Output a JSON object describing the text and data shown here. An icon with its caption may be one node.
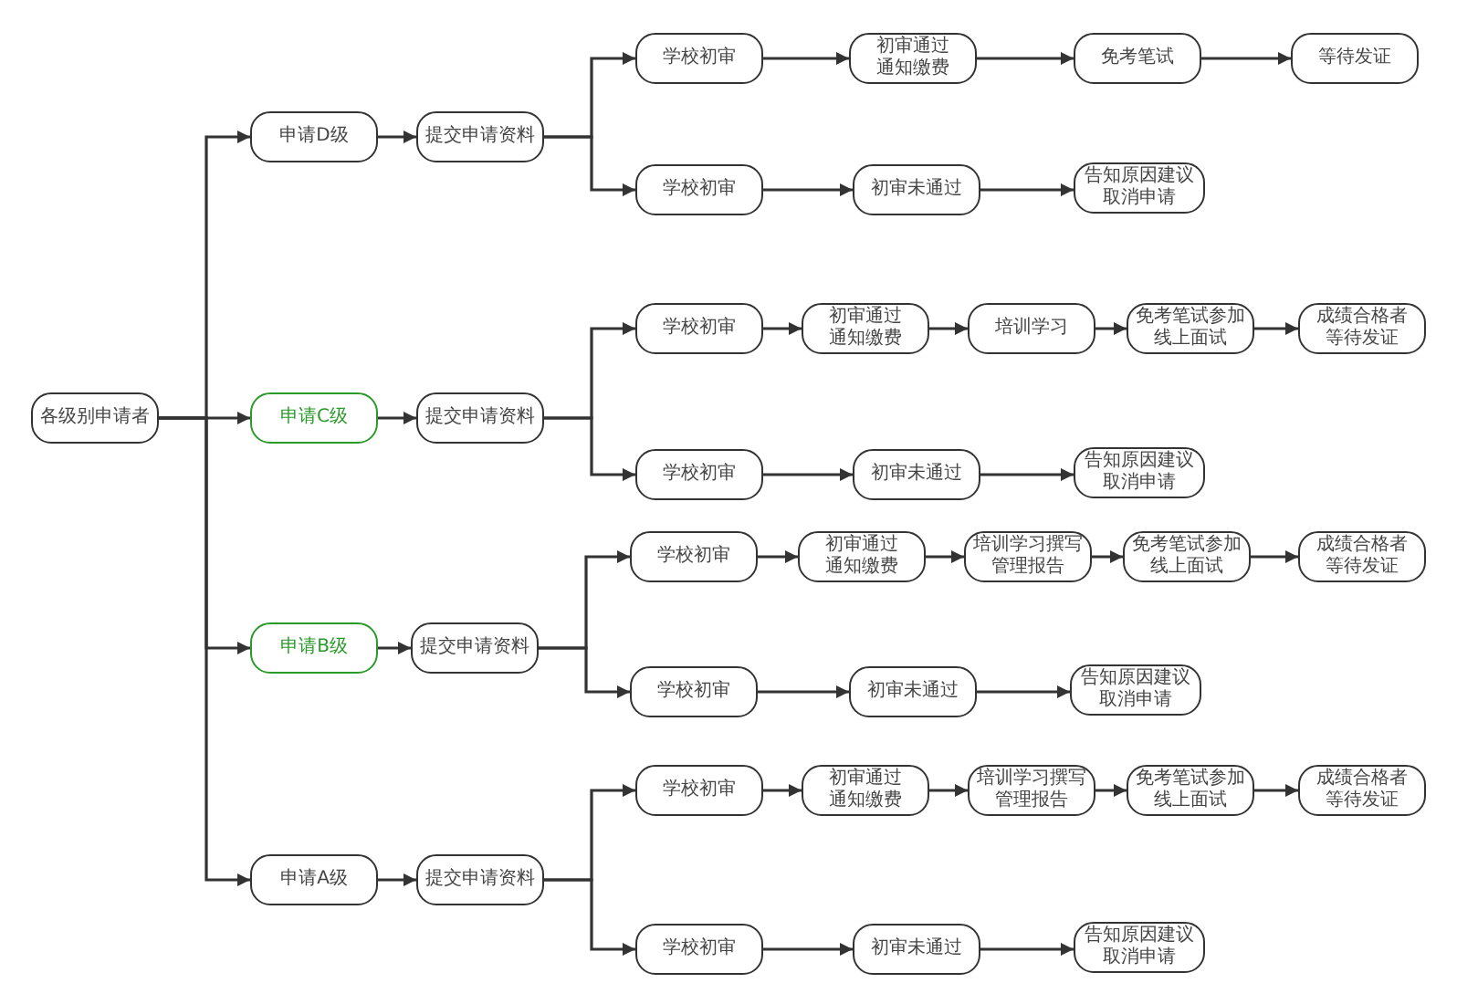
{
  "diagram": {
    "nodes": [
      {
        "text": [
          "各级别申请者"
        ]
      },
      {
        "text": [
          "申请D级"
        ]
      },
      {
        "text": [
          "提交申请资料"
        ]
      },
      {
        "text": [
          "学校初审"
        ]
      },
      {
        "text": [
          "初审通过通知缴费"
        ]
      },
      {
        "text": [
          "免考笔试"
        ]
      },
      {
        "text": [
          "等待发证"
        ]
      },
      {
        "text": [
          "学校初审"
        ]
      },
      {
        "text": [
          "初审未通过"
        ]
      },
      {
        "text": [
          "告知原因建议取消申请"
        ]
      },
      {
        "text": [
          "申请C级"
        ]
      },
      {
        "text": [
          "提交申请资料"
        ]
      },
      {
        "text": [
          "学校初审"
        ]
      },
      {
        "text": [
          "初审通过通知缴费"
        ]
      },
      {
        "text": [
          "培训学习"
        ]
      },
      {
        "text": [
          "免考笔试参加线上面试"
        ]
      },
      {
        "text": [
          "成绩合格者等待发证"
        ]
      },
      {
        "text": [
          "学校初审"
        ]
      },
      {
        "text": [
          "初审未通过"
        ]
      },
      {
        "text": [
          "告知原因建议取消申请"
        ]
      },
      {
        "text": [
          "申请B级"
        ]
      },
      {
        "text": [
          "提交申请资料"
        ]
      },
      {
        "text": [
          "学校初审"
        ]
      },
      {
        "text": [
          "初审通过通知缴费"
        ]
      },
      {
        "text": [
          "培训学习撰写管理报告"
        ]
      },
      {
        "text": [
          "免考笔试参加线上面试"
        ]
      },
      {
        "text": [
          "成绩合格者等待发证"
        ]
      },
      {
        "text": [
          "学校初审"
        ]
      },
      {
        "text": [
          "初审未通过"
        ]
      },
      {
        "text": [
          "告知原因建议取消申请"
        ]
      },
      {
        "text": [
          "申请A级"
        ]
      },
      {
        "text": [
          "提交申请资料"
        ]
      },
      {
        "text": [
          "学校初审"
        ]
      },
      {
        "text": [
          "初审通过通知缴费"
        ]
      },
      {
        "text": [
          "培训学习撰写管理报告"
        ]
      },
      {
        "text": [
          "免考笔试参加线上面试"
        ]
      },
      {
        "text": [
          "成绩合格者等待发证"
        ]
      },
      {
        "text": [
          "学校初审"
        ]
      },
      {
        "text": [
          "初审未通过"
        ]
      },
      {
        "text": [
          "告知原因建议取消申请"
        ]
      }
    ],
    "edges": [
      {
        "from": 0,
        "to": 1,
        "arrow": "to"
      },
      {
        "from": 0,
        "to": 10,
        "arrow": "to"
      },
      {
        "from": 0,
        "to": 20,
        "arrow": "to"
      },
      {
        "from": 0,
        "to": 30,
        "arrow": "to"
      },
      {
        "from": 1,
        "to": 2,
        "arrow": "to"
      },
      {
        "from": 2,
        "to": 3,
        "arrow": "to"
      },
      {
        "from": 2,
        "to": 7,
        "arrow": "to"
      },
      {
        "from": 3,
        "to": 4,
        "arrow": "to"
      },
      {
        "from": 4,
        "to": 5,
        "arrow": "to"
      },
      {
        "from": 5,
        "to": 6,
        "arrow": "to"
      },
      {
        "from": 7,
        "to": 8,
        "arrow": "to"
      },
      {
        "from": 8,
        "to": 9,
        "arrow": "to"
      },
      {
        "from": 10,
        "to": 11,
        "arrow": "to"
      },
      {
        "from": 11,
        "to": 12,
        "arrow": "to"
      },
      {
        "from": 11,
        "to": 17,
        "arrow": "to"
      },
      {
        "from": 12,
        "to": 13,
        "arrow": "to"
      },
      {
        "from": 13,
        "to": 14,
        "arrow": "to"
      },
      {
        "from": 14,
        "to": 15,
        "arrow": "to"
      },
      {
        "from": 15,
        "to": 16,
        "arrow": "to"
      },
      {
        "from": 17,
        "to": 18,
        "arrow": "to"
      },
      {
        "from": 18,
        "to": 19,
        "arrow": "to"
      },
      {
        "from": 20,
        "to": 21,
        "arrow": "to"
      },
      {
        "from": 21,
        "to": 22,
        "arrow": "to"
      },
      {
        "from": 21,
        "to": 27,
        "arrow": "to"
      },
      {
        "from": 22,
        "to": 23,
        "arrow": "to"
      },
      {
        "from": 23,
        "to": 24,
        "arrow": "to"
      },
      {
        "from": 24,
        "to": 25,
        "arrow": "to"
      },
      {
        "from": 25,
        "to": 26,
        "arrow": "to"
      },
      {
        "from": 27,
        "to": 28,
        "arrow": "to"
      },
      {
        "from": 28,
        "to": 29,
        "arrow": "to"
      },
      {
        "from": 30,
        "to": 31,
        "arrow": "to"
      },
      {
        "from": 31,
        "to": 32,
        "arrow": "to"
      },
      {
        "from": 31,
        "to": 37,
        "arrow": "to"
      },
      {
        "from": 32,
        "to": 33,
        "arrow": "to"
      },
      {
        "from": 33,
        "to": 34,
        "arrow": "to"
      },
      {
        "from": 34,
        "to": 35,
        "arrow": "to"
      },
      {
        "from": 35,
        "to": 36,
        "arrow": "to"
      },
      {
        "from": 37,
        "to": 38,
        "arrow": "to"
      },
      {
        "from": 38,
        "to": 39,
        "arrow": "to"
      }
    ]
  }
}
